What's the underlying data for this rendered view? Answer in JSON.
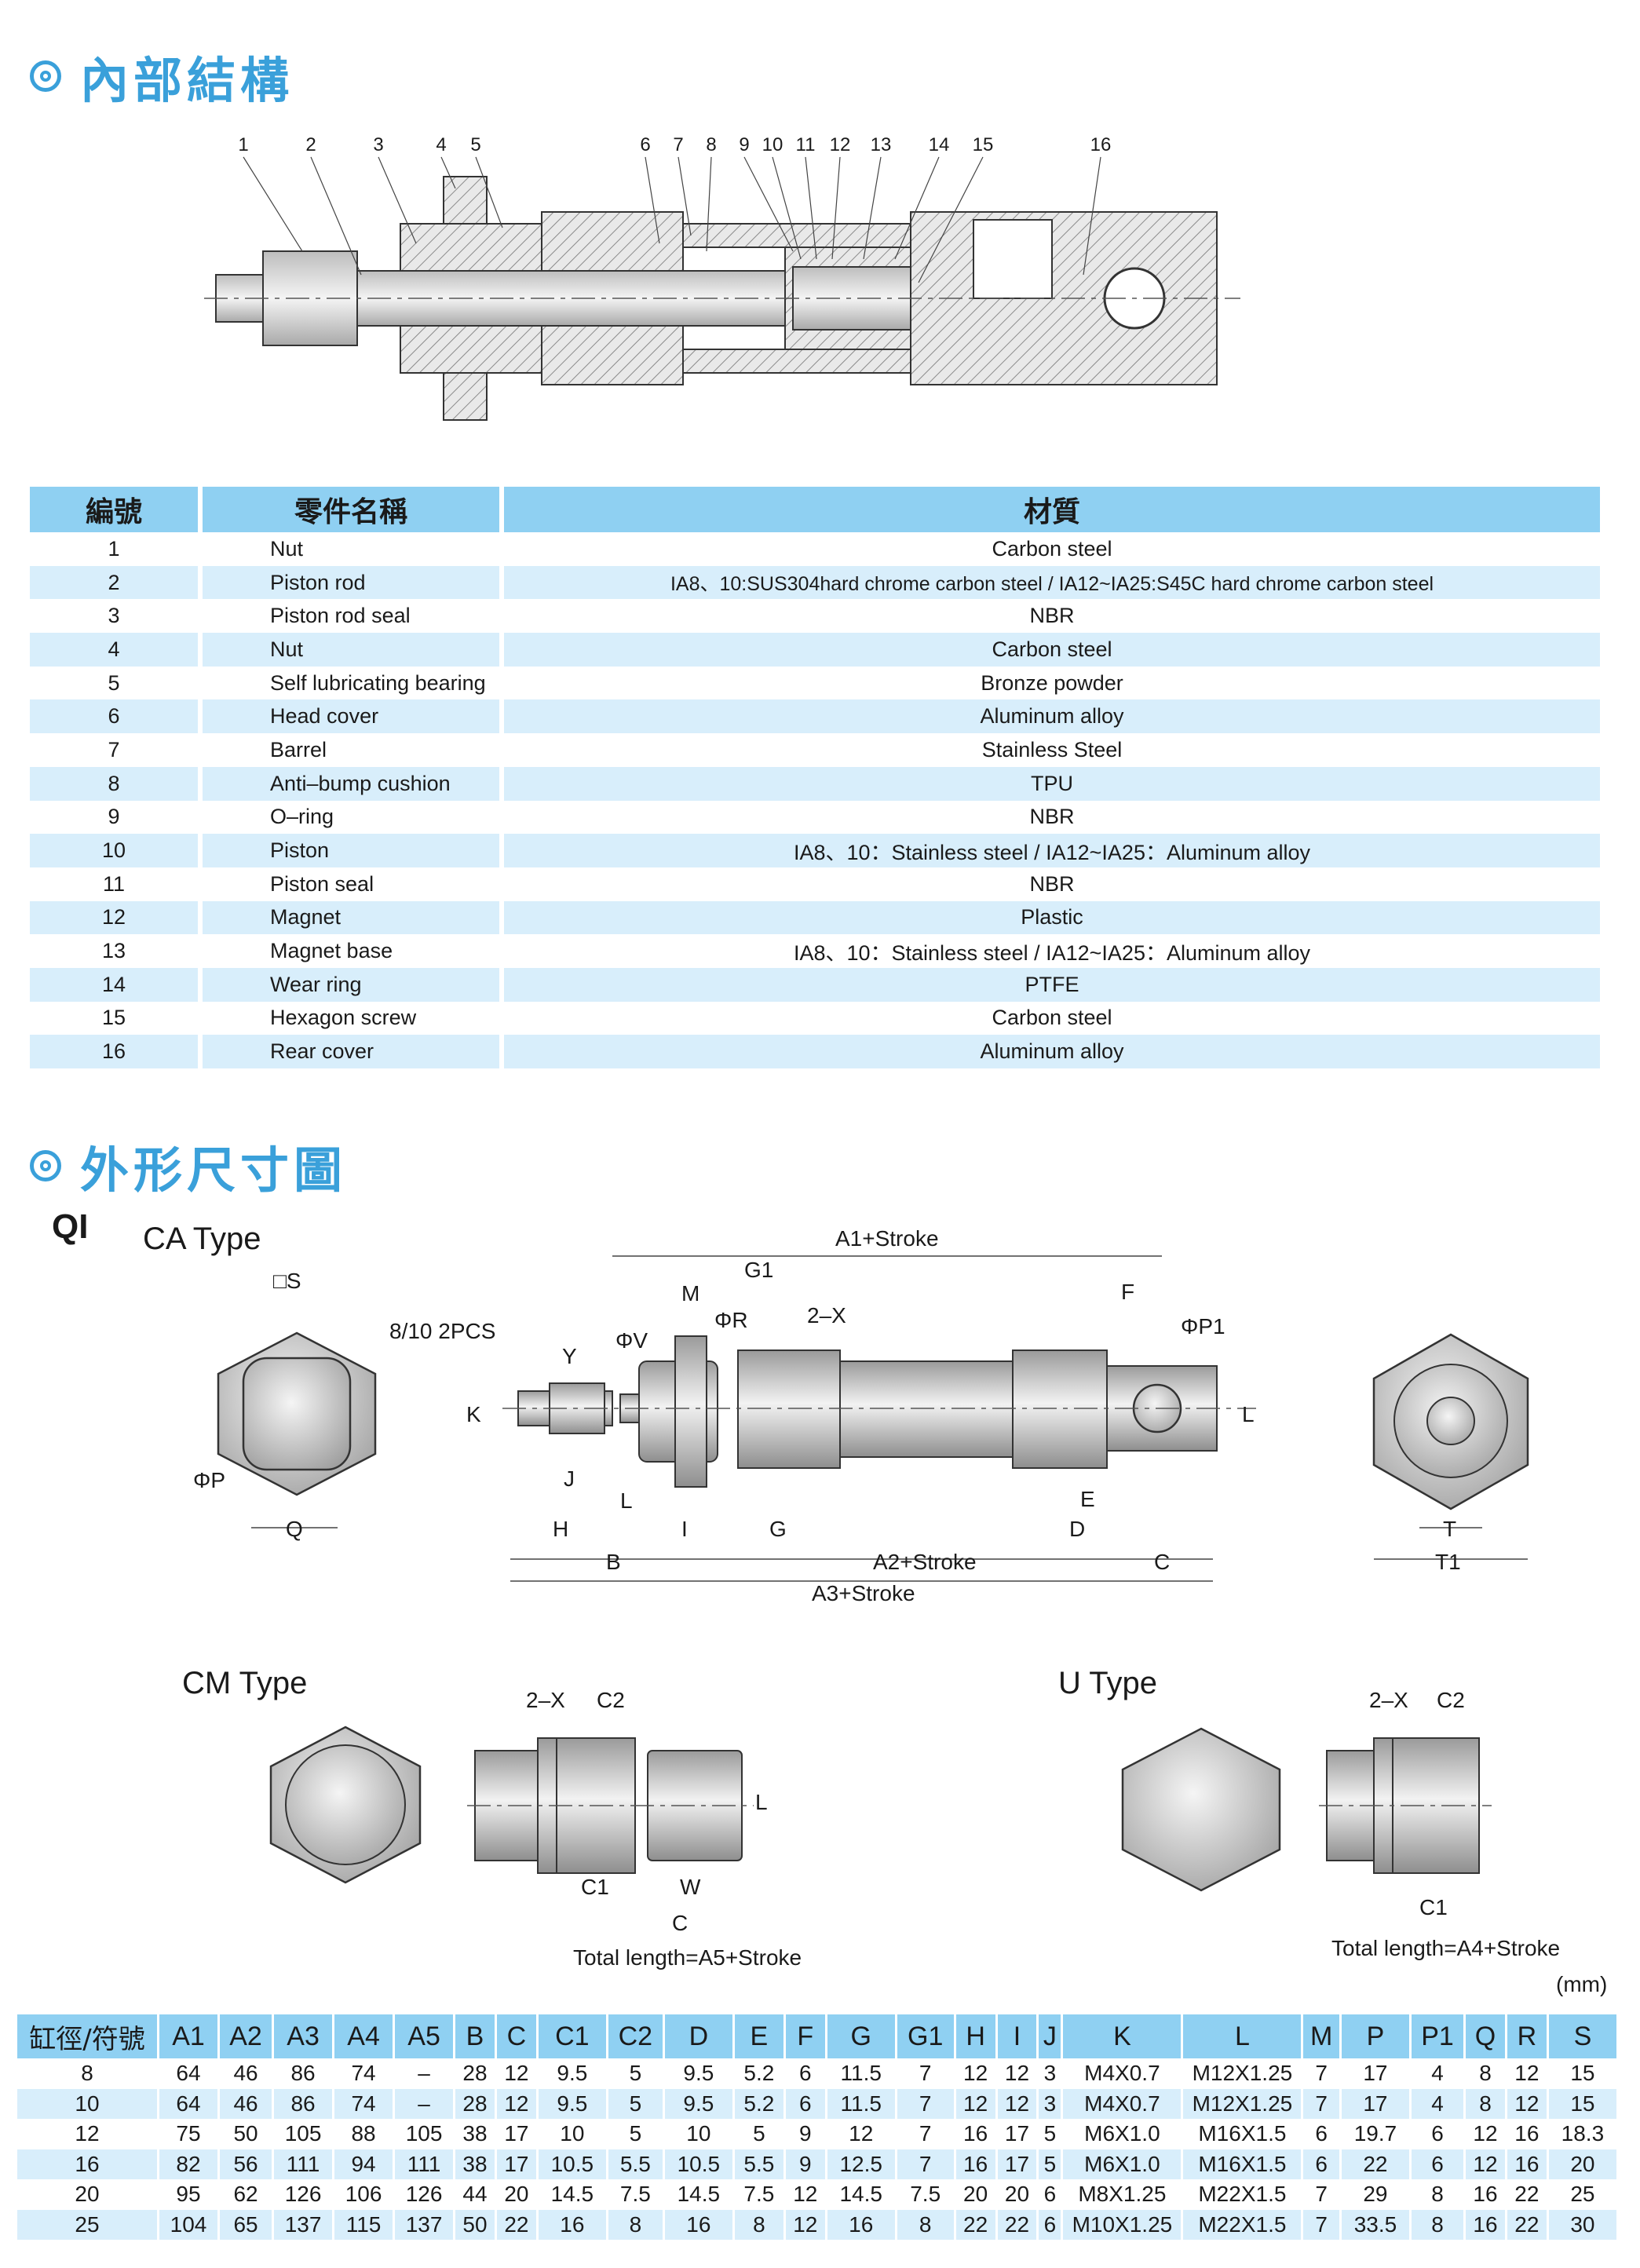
{
  "sections": {
    "internal_title": "內部結構",
    "outline_title": "外形尺寸圖"
  },
  "callouts": [
    "1",
    "2",
    "3",
    "4",
    "5",
    "6",
    "7",
    "8",
    "9",
    "10",
    "11",
    "12",
    "13",
    "14",
    "15",
    "16"
  ],
  "parts_table": {
    "headers": [
      "編號",
      "零件名稱",
      "材質"
    ],
    "rows": [
      {
        "no": "1",
        "name": "Nut",
        "material": "Carbon steel"
      },
      {
        "no": "2",
        "name": "Piston rod",
        "material": "IA8、10:SUS304hard chrome carbon steel / IA12~IA25:S45C hard chrome carbon steel"
      },
      {
        "no": "3",
        "name": "Piston rod seal",
        "material": "NBR"
      },
      {
        "no": "4",
        "name": "Nut",
        "material": "Carbon steel"
      },
      {
        "no": "5",
        "name": "Self lubricating bearing",
        "material": "Bronze powder"
      },
      {
        "no": "6",
        "name": "Head cover",
        "material": "Aluminum alloy"
      },
      {
        "no": "7",
        "name": "Barrel",
        "material": "Stainless Steel"
      },
      {
        "no": "8",
        "name": "Anti–bump cushion",
        "material": "TPU"
      },
      {
        "no": "9",
        "name": "O–ring",
        "material": "NBR"
      },
      {
        "no": "10",
        "name": "Piston",
        "material": "IA8、10：Stainless steel / IA12~IA25：Aluminum alloy"
      },
      {
        "no": "11",
        "name": "Piston seal",
        "material": "NBR"
      },
      {
        "no": "12",
        "name": "Magnet",
        "material": "Plastic"
      },
      {
        "no": "13",
        "name": "Magnet base",
        "material": "IA8、10：Stainless steel / IA12~IA25：Aluminum alloy"
      },
      {
        "no": "14",
        "name": "Wear ring",
        "material": "PTFE"
      },
      {
        "no": "15",
        "name": "Hexagon screw",
        "material": "Carbon steel"
      },
      {
        "no": "16",
        "name": "Rear cover",
        "material": "Aluminum alloy"
      }
    ]
  },
  "drawings": {
    "series": "QI",
    "ca_type": "CA Type",
    "cm_type": "CM Type",
    "u_type": "U Type",
    "labels": {
      "a1": "A1+Stroke",
      "a2": "A2+Stroke",
      "a3": "A3+Stroke",
      "g1": "G1",
      "m": "M",
      "f": "F",
      "x2": "2–X",
      "phi_p1": "ΦP1",
      "s": "□S",
      "phi_p": "ΦP",
      "q": "Q",
      "pcs": "8/10 2PCS",
      "phi_v": "ΦV",
      "phi_r": "ΦR",
      "y": "Y",
      "k": "K",
      "j": "J",
      "l": "L",
      "e": "E",
      "h": "H",
      "i": "I",
      "g": "G",
      "d": "D",
      "b": "B",
      "c": "C",
      "t": "T",
      "t1": "T1",
      "c1": "C1",
      "c2": "C2",
      "w": "W",
      "total_a5": "Total length=A5+Stroke",
      "total_a4": "Total length=A4+Stroke"
    },
    "unit": "(mm)"
  },
  "dims_table": {
    "headers": [
      "缸徑/符號",
      "A1",
      "A2",
      "A3",
      "A4",
      "A5",
      "B",
      "C",
      "C1",
      "C2",
      "D",
      "E",
      "F",
      "G",
      "G1",
      "H",
      "I",
      "J",
      "K",
      "L",
      "M",
      "P",
      "P1",
      "Q",
      "R",
      "S"
    ],
    "rows": [
      [
        "8",
        "64",
        "46",
        "86",
        "74",
        "–",
        "28",
        "12",
        "9.5",
        "5",
        "9.5",
        "5.2",
        "6",
        "11.5",
        "7",
        "12",
        "12",
        "3",
        "M4X0.7",
        "M12X1.25",
        "7",
        "17",
        "4",
        "8",
        "12",
        "15"
      ],
      [
        "10",
        "64",
        "46",
        "86",
        "74",
        "–",
        "28",
        "12",
        "9.5",
        "5",
        "9.5",
        "5.2",
        "6",
        "11.5",
        "7",
        "12",
        "12",
        "3",
        "M4X0.7",
        "M12X1.25",
        "7",
        "17",
        "4",
        "8",
        "12",
        "15"
      ],
      [
        "12",
        "75",
        "50",
        "105",
        "88",
        "105",
        "38",
        "17",
        "10",
        "5",
        "10",
        "5",
        "9",
        "12",
        "7",
        "16",
        "17",
        "5",
        "M6X1.0",
        "M16X1.5",
        "6",
        "19.7",
        "6",
        "12",
        "16",
        "18.3"
      ],
      [
        "16",
        "82",
        "56",
        "111",
        "94",
        "111",
        "38",
        "17",
        "10.5",
        "5.5",
        "10.5",
        "5.5",
        "9",
        "12.5",
        "7",
        "16",
        "17",
        "5",
        "M6X1.0",
        "M16X1.5",
        "6",
        "22",
        "6",
        "12",
        "16",
        "20"
      ],
      [
        "20",
        "95",
        "62",
        "126",
        "106",
        "126",
        "44",
        "20",
        "14.5",
        "7.5",
        "14.5",
        "7.5",
        "12",
        "14.5",
        "7.5",
        "20",
        "20",
        "6",
        "M8X1.25",
        "M22X1.5",
        "7",
        "29",
        "8",
        "16",
        "22",
        "25"
      ],
      [
        "25",
        "104",
        "65",
        "137",
        "115",
        "137",
        "50",
        "22",
        "16",
        "8",
        "16",
        "8",
        "12",
        "16",
        "8",
        "22",
        "22",
        "6",
        "M10X1.25",
        "M22X1.5",
        "7",
        "33.5",
        "8",
        "16",
        "22",
        "30"
      ]
    ]
  }
}
